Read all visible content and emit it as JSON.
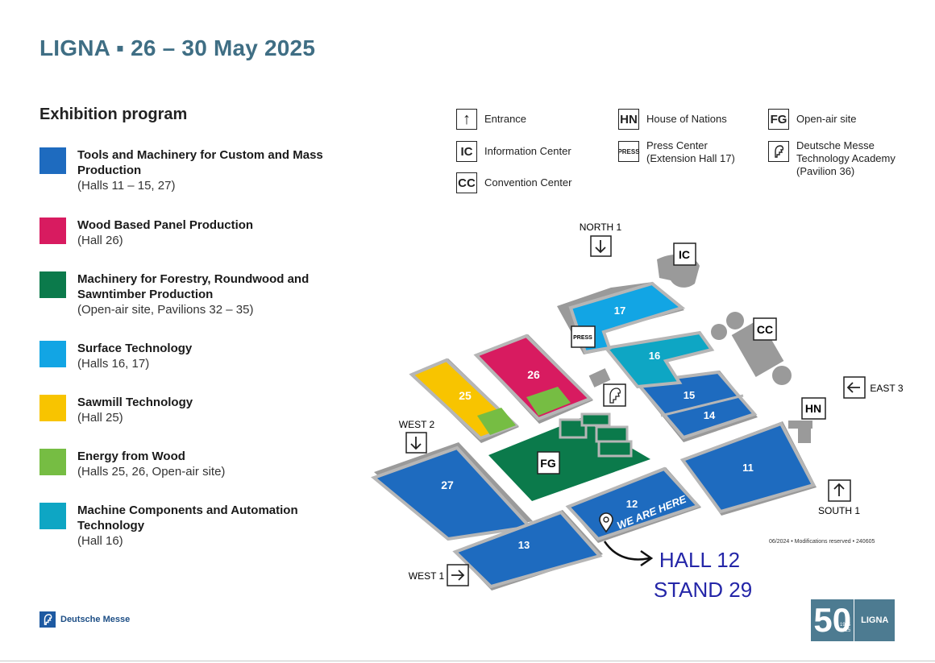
{
  "header": {
    "title": "LIGNA ▪ 26 – 30 May 2025"
  },
  "program": {
    "heading": "Exhibition program",
    "items": [
      {
        "name": "Tools and Machinery for Custom and Mass Production",
        "halls": "(Halls 11 – 15, 27)",
        "color": "#1e6bbf"
      },
      {
        "name": "Wood Based Panel Production",
        "halls": "(Hall 26)",
        "color": "#d81b60"
      },
      {
        "name": "Machinery for Forestry, Roundwood and Sawntimber Production",
        "halls": "(Open-air site, Pavilions 32 – 35)",
        "color": "#0b7a4b"
      },
      {
        "name": "Surface Technology",
        "halls": "(Halls 16, 17)",
        "color": "#12a5e4"
      },
      {
        "name": "Sawmill Technology",
        "halls": "(Hall 25)",
        "color": "#f8c400"
      },
      {
        "name": "Energy from Wood",
        "halls": "(Halls 25, 26, Open-air site)",
        "color": "#76bd43"
      },
      {
        "name": "Machine Components and Automation Technology",
        "halls": "(Hall 16)",
        "color": "#0ea6c4"
      }
    ]
  },
  "key": {
    "entrance": {
      "icon": "↑",
      "label": "Entrance"
    },
    "info": {
      "icon": "IC",
      "label": "Information Center"
    },
    "convention": {
      "icon": "CC",
      "label": "Convention Center"
    },
    "nations": {
      "icon": "HN",
      "label": "House of Nations"
    },
    "press": {
      "icon": "PRESS",
      "label1": "Press Center",
      "label2": "(Extension Hall 17)"
    },
    "openair": {
      "icon": "FG",
      "label": "Open-air site"
    },
    "academy": {
      "label1": "Deutsche Messe",
      "label2": "Technology Academy",
      "label3": "(Pavilion 36)"
    }
  },
  "map": {
    "halls": {
      "h11": "11",
      "h12": "12",
      "h13": "13",
      "h14": "14",
      "h15": "15",
      "h16": "16",
      "h17": "17",
      "h25": "25",
      "h26": "26",
      "h27": "27"
    },
    "fg": "FG",
    "ic": "IC",
    "cc": "CC",
    "hn": "HN",
    "press": "PRESS",
    "entrances": {
      "north1": "NORTH 1",
      "west2": "WEST 2",
      "west1": "WEST 1",
      "east3": "EAST 3",
      "south1": "SOUTH 1"
    },
    "we_are_here": "WE ARE HERE",
    "hall_callout": "HALL 12",
    "stand_callout": "STAND 29"
  },
  "footer": {
    "modifications": "06/2024 • Modifications reserved • 240605",
    "deutsche_messe": "Deutsche Messe",
    "anniversary": "50",
    "years_from": "1975",
    "years_to": "2025",
    "brand": "LIGNA"
  },
  "colors": {
    "title": "#3f6e84",
    "tools": "#1e6bbf",
    "panel": "#d81b60",
    "forestry": "#0b7a4b",
    "surface": "#12a5e4",
    "sawmill": "#f8c400",
    "energy": "#76bd43",
    "components": "#0ea6c4",
    "callout": "#2426a8"
  }
}
